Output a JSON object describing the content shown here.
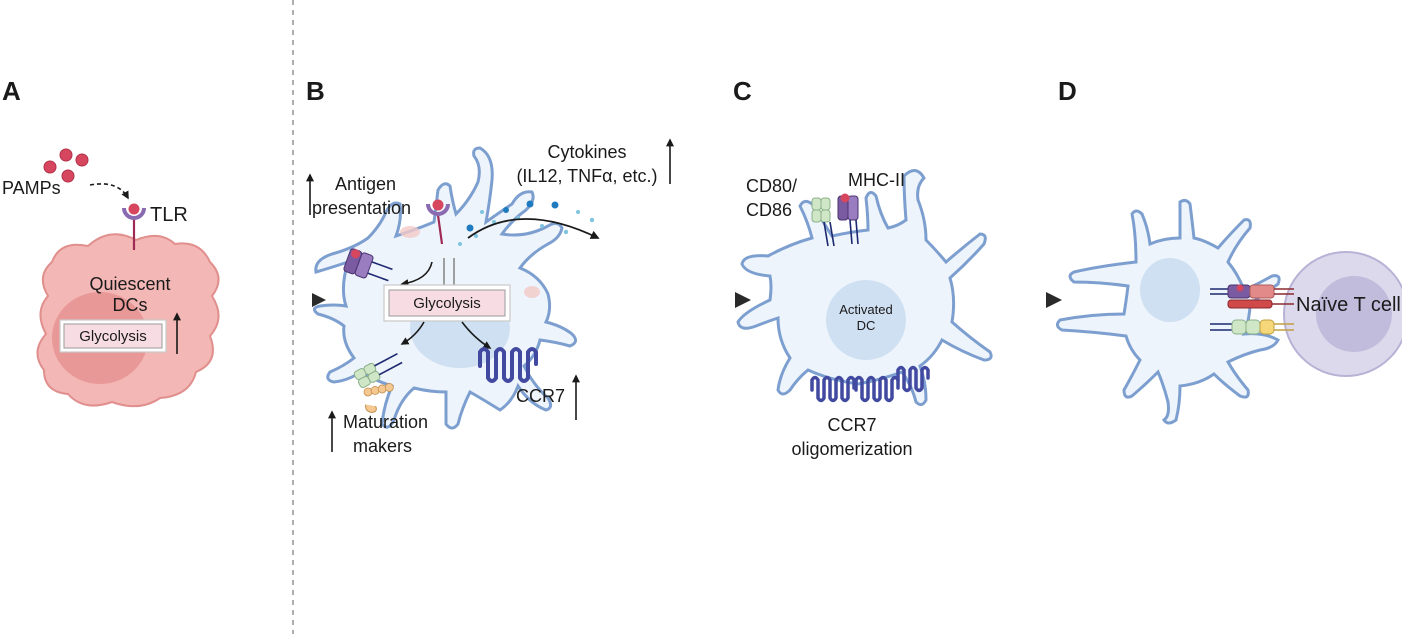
{
  "panels": {
    "a": "A",
    "b": "B",
    "c": "C",
    "d": "D"
  },
  "panel_a": {
    "pamps": "PAMPs",
    "tlr": "TLR",
    "cell_line1": "Quiescent",
    "cell_line2": "DCs",
    "glycolysis": "Glycolysis"
  },
  "panel_b": {
    "antigen_line1": "Antigen",
    "antigen_line2": "presentation",
    "cytokines_line1": "Cytokines",
    "cytokines_line2": "(IL12, TNFα, etc.)",
    "glycolysis": "Glycolysis",
    "maturation_line1": "Maturation",
    "maturation_line2": "makers",
    "ccr7": "CCR7"
  },
  "panel_c": {
    "cd_line1": "CD80/",
    "cd_line2": "CD86",
    "mhc": "MHC-II",
    "nucleus_line1": "Activated",
    "nucleus_line2": "DC",
    "ccr7_line1": "CCR7",
    "ccr7_line2": "oligomerization"
  },
  "panel_d": {
    "tcell": "Naïve T cell"
  },
  "colors": {
    "quiescent_cell": "#f3b7b5",
    "quiescent_nucleus": "#e89896",
    "dc_membrane": "#7d9fd0",
    "dc_fill": "#eef4fb",
    "dc_nucleus": "#cfe0f3",
    "tcell_outer": "#dcd9ec",
    "tcell_inner": "#c1bcdc",
    "pamp_red": "#d6465f",
    "ccr7_blue": "#414aa0",
    "mhc_purple": "#7a5aa0",
    "cd80_green": "#cfe7c7",
    "glycolysis_box": "#f7dde3"
  }
}
